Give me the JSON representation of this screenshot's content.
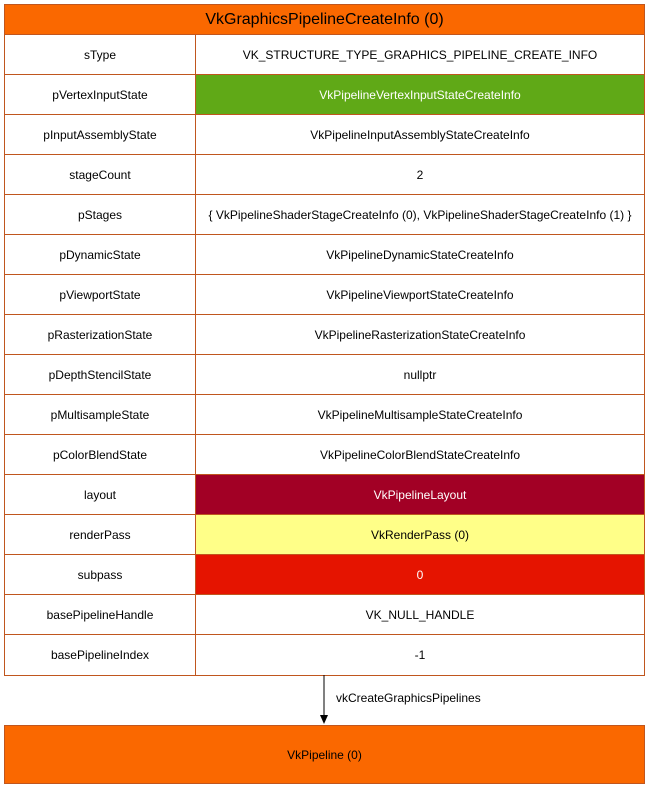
{
  "struct": {
    "title": "VkGraphicsPipelineCreateInfo (0)",
    "header_color": "#fa6800",
    "border_color": "#c0561e",
    "rows": [
      {
        "name": "sType",
        "value": "VK_STRUCTURE_TYPE_GRAPHICS_PIPELINE_CREATE_INFO",
        "bg": "#ffffff",
        "fg": "#000000"
      },
      {
        "name": "pVertexInputState",
        "value": "VkPipelineVertexInputStateCreateInfo",
        "bg": "#60a917",
        "fg": "#ffffff"
      },
      {
        "name": "pInputAssemblyState",
        "value": "VkPipelineInputAssemblyStateCreateInfo",
        "bg": "#ffffff",
        "fg": "#000000"
      },
      {
        "name": "stageCount",
        "value": "2",
        "bg": "#ffffff",
        "fg": "#000000"
      },
      {
        "name": "pStages",
        "value": "{ VkPipelineShaderStageCreateInfo (0), VkPipelineShaderStageCreateInfo (1) }",
        "bg": "#ffffff",
        "fg": "#000000"
      },
      {
        "name": "pDynamicState",
        "value": "VkPipelineDynamicStateCreateInfo",
        "bg": "#ffffff",
        "fg": "#000000"
      },
      {
        "name": "pViewportState",
        "value": "VkPipelineViewportStateCreateInfo",
        "bg": "#ffffff",
        "fg": "#000000"
      },
      {
        "name": "pRasterizationState",
        "value": "VkPipelineRasterizationStateCreateInfo",
        "bg": "#ffffff",
        "fg": "#000000"
      },
      {
        "name": "pDepthStencilState",
        "value": "nullptr",
        "bg": "#ffffff",
        "fg": "#000000"
      },
      {
        "name": "pMultisampleState",
        "value": "VkPipelineMultisampleStateCreateInfo",
        "bg": "#ffffff",
        "fg": "#000000"
      },
      {
        "name": "pColorBlendState",
        "value": "VkPipelineColorBlendStateCreateInfo",
        "bg": "#ffffff",
        "fg": "#000000"
      },
      {
        "name": "layout",
        "value": "VkPipelineLayout",
        "bg": "#a20025",
        "fg": "#ffffff"
      },
      {
        "name": "renderPass",
        "value": "VkRenderPass (0)",
        "bg": "#ffff88",
        "fg": "#000000"
      },
      {
        "name": "subpass",
        "value": "0",
        "bg": "#e51400",
        "fg": "#ffffff"
      },
      {
        "name": "basePipelineHandle",
        "value": "VK_NULL_HANDLE",
        "bg": "#ffffff",
        "fg": "#000000"
      },
      {
        "name": "basePipelineIndex",
        "value": "-1",
        "bg": "#ffffff",
        "fg": "#000000"
      }
    ]
  },
  "arrow": {
    "label": "vkCreateGraphicsPipelines"
  },
  "result": {
    "label": "VkPipeline (0)",
    "color": "#fa6800"
  }
}
